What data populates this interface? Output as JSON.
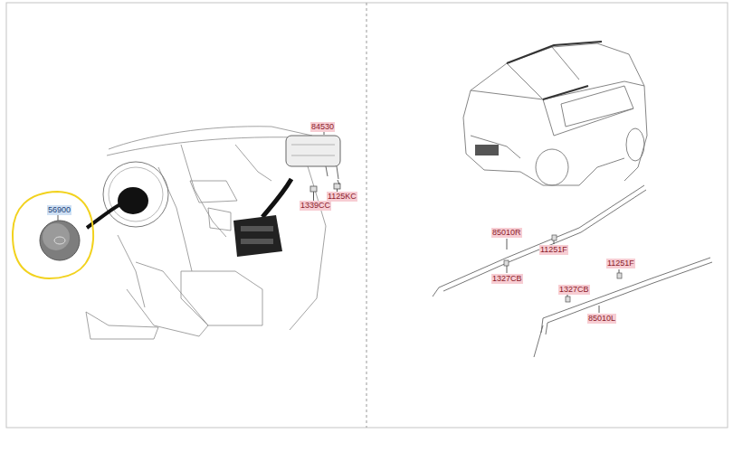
{
  "diagram": {
    "nodes": [
      {
        "text": [
          "56900"
        ]
      }
    ],
    "labels": [
      "84530",
      "1339CC",
      "1125KC",
      "85010R",
      "11251F",
      "1327CB",
      "11251F",
      "1327CB",
      "85010L"
    ]
  }
}
